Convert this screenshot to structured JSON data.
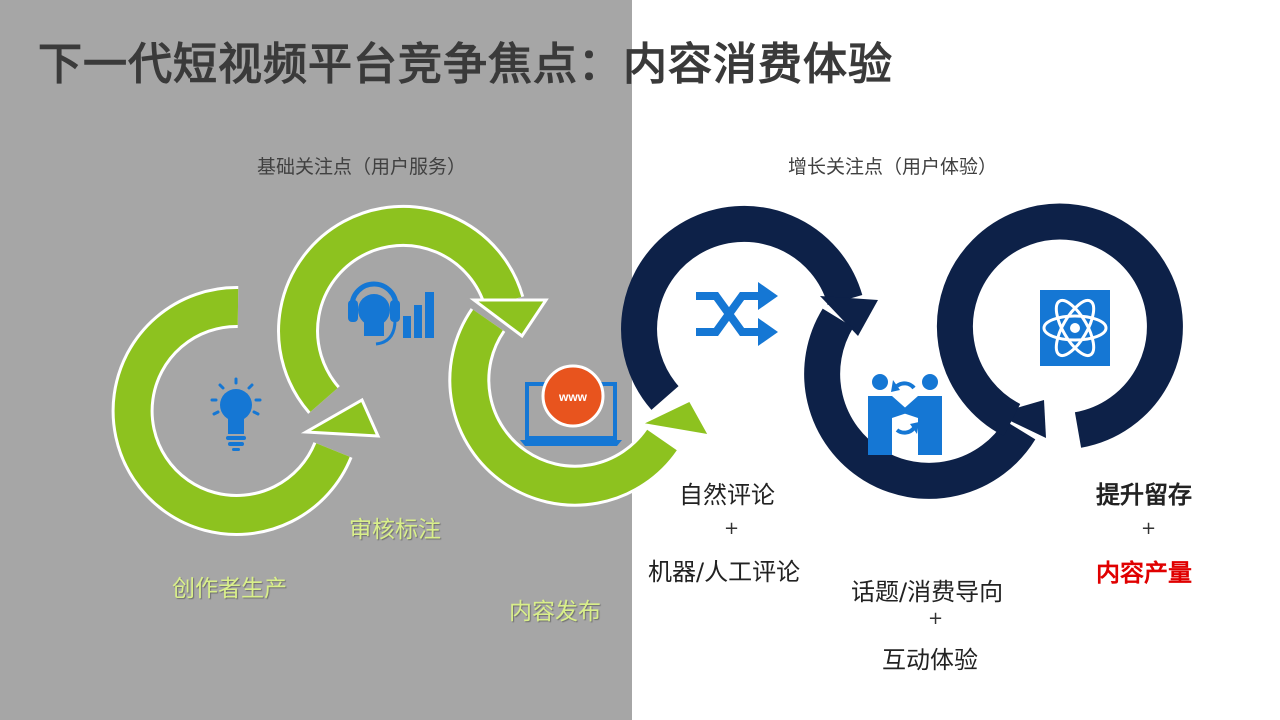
{
  "title": "下一代短视频平台竞争焦点：内容消费体验",
  "left_heading": "基础关注点（用户服务）",
  "right_heading": "增长关注点（用户体验）",
  "stages": {
    "creator": "创作者生产",
    "review": "审核标注",
    "publish": "内容发布"
  },
  "right_labels": {
    "comment_top": "自然评论",
    "plus1": "+",
    "comment_bottom": "机器/人工评论",
    "topic_top": "话题/消费导向",
    "plus2": "+",
    "topic_bottom": "互动体验",
    "retention_top": "提升留存",
    "plus3": "+",
    "retention_bottom": "内容产量"
  },
  "icons": [
    "lightbulb-icon",
    "headset-signal-icon",
    "laptop-www-icon",
    "shuffle-icon",
    "handshake-exchange-icon",
    "atom-icon"
  ],
  "colors": {
    "panel_gray": "#a6a6a6",
    "green_arrow": "#8dc21f",
    "navy_arrow": "#0d2148",
    "icon_blue": "#1577d4",
    "www_orange": "#e8541e",
    "highlight_red": "#e00000"
  }
}
